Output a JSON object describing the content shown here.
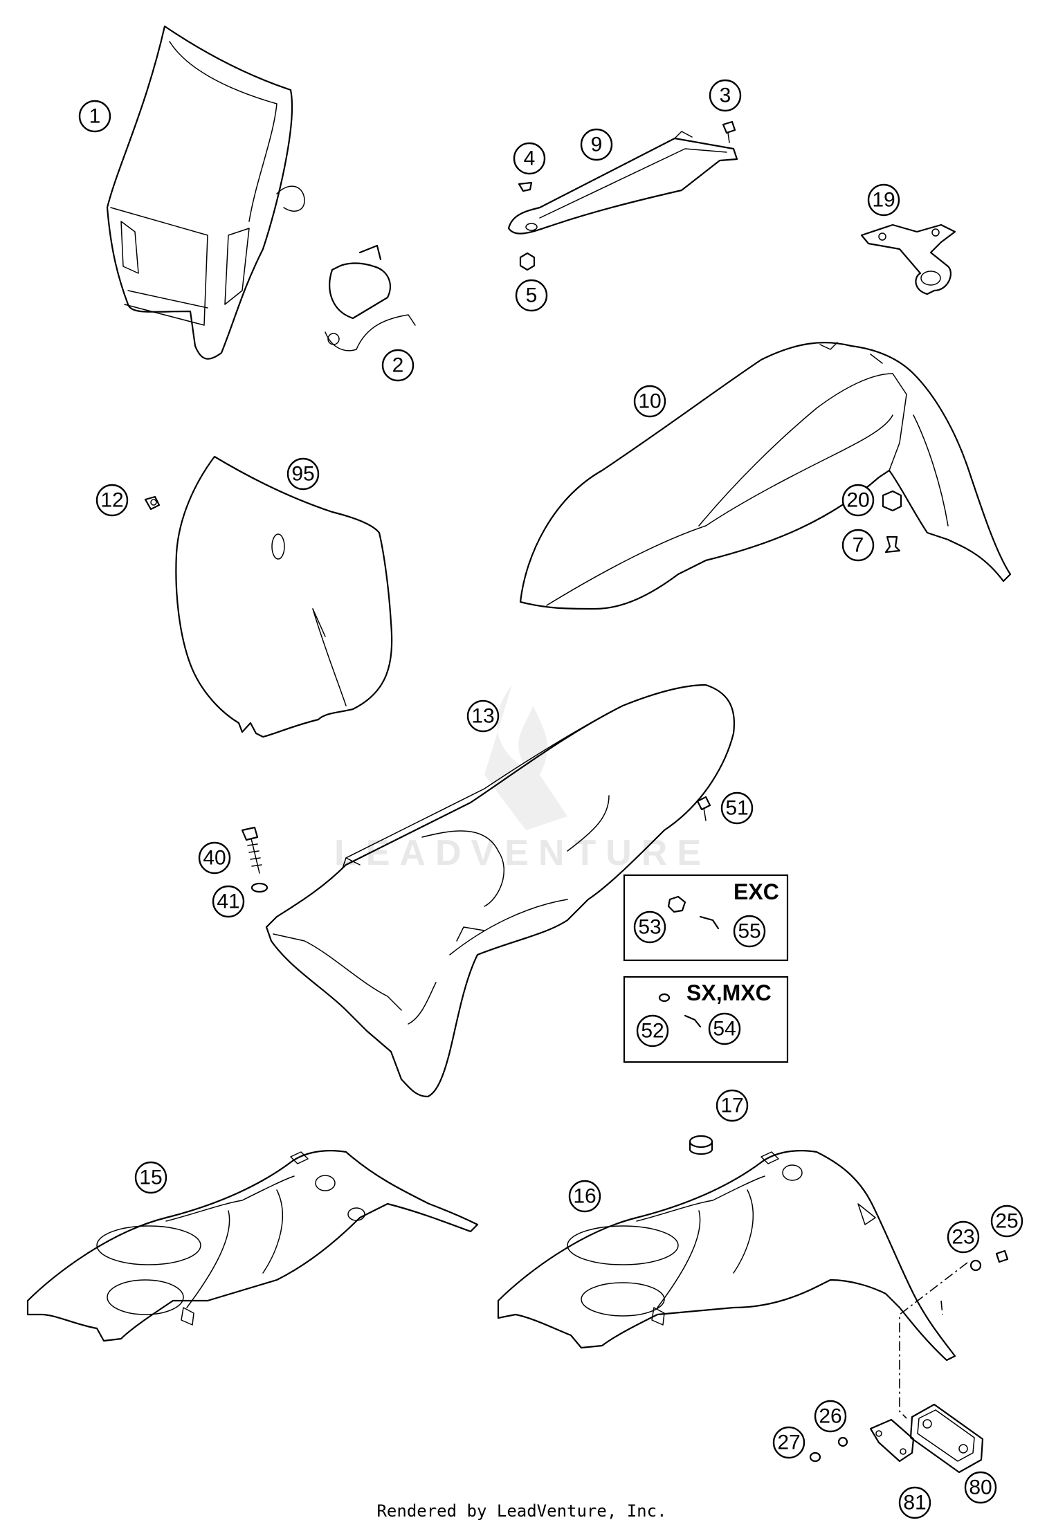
{
  "callouts": {
    "c1": "1",
    "c2": "2",
    "c3": "3",
    "c4": "4",
    "c5": "5",
    "c9": "9",
    "c19": "19",
    "c10": "10",
    "c12": "12",
    "c95": "95",
    "c20": "20",
    "c7": "7",
    "c13": "13",
    "c51": "51",
    "c40": "40",
    "c41": "41",
    "c53": "53",
    "c55": "55",
    "c52": "52",
    "c54": "54",
    "c17": "17",
    "c15": "15",
    "c16": "16",
    "c23": "23",
    "c25": "25",
    "c26": "26",
    "c27": "27",
    "c80": "80",
    "c81": "81"
  },
  "groups": {
    "exc_label": "EXC",
    "sx_mxc_label": "SX,MXC"
  },
  "watermark": {
    "text": "LEADVENTURE"
  },
  "footer": {
    "text": "Rendered by LeadVenture, Inc."
  }
}
